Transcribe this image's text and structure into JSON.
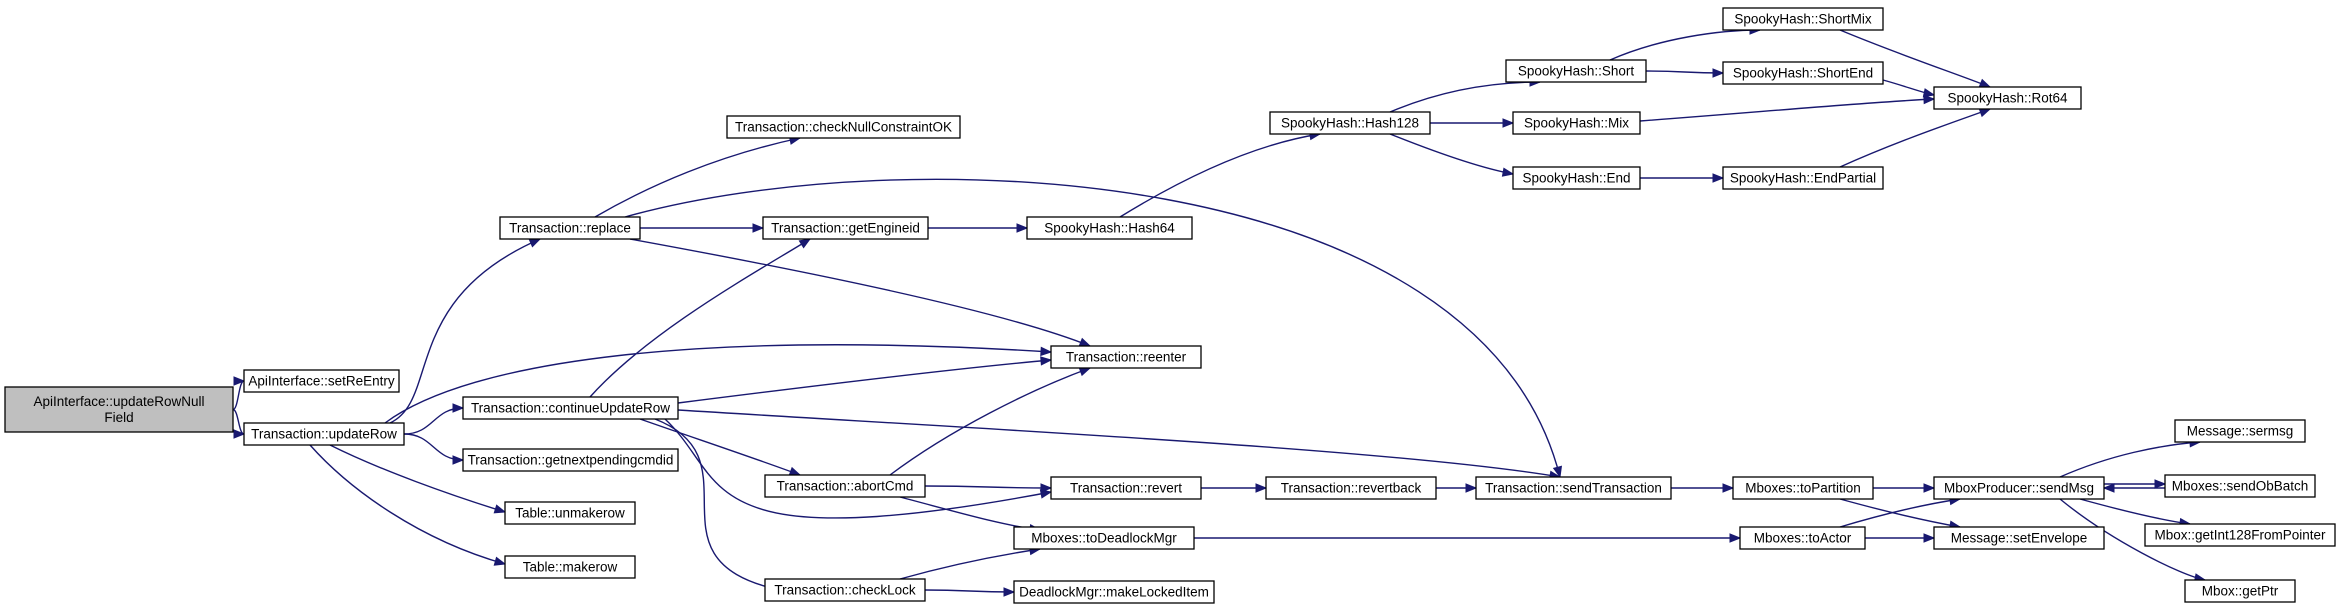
{
  "diagram": {
    "type": "call-graph",
    "colors": {
      "edge": "#191970",
      "root_fill": "#bfbfbf",
      "node_fill": "#ffffff",
      "border": "#000000"
    },
    "nodes": [
      {
        "id": "apiUpdateRowNullField",
        "lines": [
          "ApiInterface::updateRowNull",
          "Field"
        ],
        "root": true
      },
      {
        "id": "apiSetReEntry",
        "lines": [
          "ApiInterface::setReEntry"
        ]
      },
      {
        "id": "txUpdateRow",
        "lines": [
          "Transaction::updateRow"
        ]
      },
      {
        "id": "txReplace",
        "lines": [
          "Transaction::replace"
        ]
      },
      {
        "id": "txContinueUpdateRow",
        "lines": [
          "Transaction::continueUpdateRow"
        ]
      },
      {
        "id": "txGetNextPendingCmdId",
        "lines": [
          "Transaction::getnextpendingcmdid"
        ]
      },
      {
        "id": "tableUnmakerow",
        "lines": [
          "Table::unmakerow"
        ]
      },
      {
        "id": "tableMakerow",
        "lines": [
          "Table::makerow"
        ]
      },
      {
        "id": "txCheckNullConstraintOK",
        "lines": [
          "Transaction::checkNullConstraintOK"
        ]
      },
      {
        "id": "txGetEngineid",
        "lines": [
          "Transaction::getEngineid"
        ]
      },
      {
        "id": "txReenter",
        "lines": [
          "Transaction::reenter"
        ]
      },
      {
        "id": "txAbortCmd",
        "lines": [
          "Transaction::abortCmd"
        ]
      },
      {
        "id": "txCheckLock",
        "lines": [
          "Transaction::checkLock"
        ]
      },
      {
        "id": "txRevert",
        "lines": [
          "Transaction::revert"
        ]
      },
      {
        "id": "mbToDeadlockMgr",
        "lines": [
          "Mboxes::toDeadlockMgr"
        ]
      },
      {
        "id": "dmMakeLockedItem",
        "lines": [
          "DeadlockMgr::makeLockedItem"
        ]
      },
      {
        "id": "shHash64",
        "lines": [
          "SpookyHash::Hash64"
        ]
      },
      {
        "id": "shHash128",
        "lines": [
          "SpookyHash::Hash128"
        ]
      },
      {
        "id": "txRevertback",
        "lines": [
          "Transaction::revertback"
        ]
      },
      {
        "id": "shShort",
        "lines": [
          "SpookyHash::Short"
        ]
      },
      {
        "id": "shMix",
        "lines": [
          "SpookyHash::Mix"
        ]
      },
      {
        "id": "shEnd",
        "lines": [
          "SpookyHash::End"
        ]
      },
      {
        "id": "txSendTransaction",
        "lines": [
          "Transaction::sendTransaction"
        ]
      },
      {
        "id": "shShortMix",
        "lines": [
          "SpookyHash::ShortMix"
        ]
      },
      {
        "id": "shShortEnd",
        "lines": [
          "SpookyHash::ShortEnd"
        ]
      },
      {
        "id": "shEndPartial",
        "lines": [
          "SpookyHash::EndPartial"
        ]
      },
      {
        "id": "mbToPartition",
        "lines": [
          "Mboxes::toPartition"
        ]
      },
      {
        "id": "mbToActor",
        "lines": [
          "Mboxes::toActor"
        ]
      },
      {
        "id": "shRot64",
        "lines": [
          "SpookyHash::Rot64"
        ]
      },
      {
        "id": "mpSendMsg",
        "lines": [
          "MboxProducer::sendMsg"
        ]
      },
      {
        "id": "msgSetEnvelope",
        "lines": [
          "Message::setEnvelope"
        ]
      },
      {
        "id": "msgSermsg",
        "lines": [
          "Message::sermsg"
        ]
      },
      {
        "id": "mbSendObBatch",
        "lines": [
          "Mboxes::sendObBatch"
        ]
      },
      {
        "id": "mboxGetInt128FromPointer",
        "lines": [
          "Mbox::getInt128FromPointer"
        ]
      },
      {
        "id": "mboxGetPtr",
        "lines": [
          "Mbox::getPtr"
        ]
      }
    ],
    "edges": [
      [
        "apiUpdateRowNullField",
        "apiSetReEntry"
      ],
      [
        "apiUpdateRowNullField",
        "txUpdateRow"
      ],
      [
        "txUpdateRow",
        "txReplace"
      ],
      [
        "txUpdateRow",
        "txReenter"
      ],
      [
        "txUpdateRow",
        "txContinueUpdateRow"
      ],
      [
        "txUpdateRow",
        "txGetNextPendingCmdId"
      ],
      [
        "txUpdateRow",
        "tableUnmakerow"
      ],
      [
        "txUpdateRow",
        "tableMakerow"
      ],
      [
        "txReplace",
        "txCheckNullConstraintOK"
      ],
      [
        "txReplace",
        "txGetEngineid"
      ],
      [
        "txReplace",
        "txReenter"
      ],
      [
        "txReplace",
        "txSendTransaction"
      ],
      [
        "txContinueUpdateRow",
        "txGetEngineid"
      ],
      [
        "txContinueUpdateRow",
        "txReenter"
      ],
      [
        "txContinueUpdateRow",
        "txSendTransaction"
      ],
      [
        "txContinueUpdateRow",
        "txAbortCmd"
      ],
      [
        "txContinueUpdateRow",
        "txRevert"
      ],
      [
        "txContinueUpdateRow",
        "txCheckLock"
      ],
      [
        "txGetEngineid",
        "shHash64"
      ],
      [
        "shHash64",
        "shHash128"
      ],
      [
        "shHash128",
        "shShort"
      ],
      [
        "shHash128",
        "shMix"
      ],
      [
        "shHash128",
        "shEnd"
      ],
      [
        "shShort",
        "shShortMix"
      ],
      [
        "shShort",
        "shShortEnd"
      ],
      [
        "shShortMix",
        "shRot64"
      ],
      [
        "shShortEnd",
        "shRot64"
      ],
      [
        "shMix",
        "shRot64"
      ],
      [
        "shEnd",
        "shEndPartial"
      ],
      [
        "shEndPartial",
        "shRot64"
      ],
      [
        "txAbortCmd",
        "txReenter"
      ],
      [
        "txAbortCmd",
        "txRevert"
      ],
      [
        "txAbortCmd",
        "mbToDeadlockMgr"
      ],
      [
        "txCheckLock",
        "mbToDeadlockMgr"
      ],
      [
        "txCheckLock",
        "dmMakeLockedItem"
      ],
      [
        "txRevert",
        "txRevertback"
      ],
      [
        "txRevertback",
        "txSendTransaction"
      ],
      [
        "txSendTransaction",
        "mbToPartition"
      ],
      [
        "mbToDeadlockMgr",
        "mbToActor"
      ],
      [
        "mbToPartition",
        "mpSendMsg"
      ],
      [
        "mbToPartition",
        "msgSetEnvelope"
      ],
      [
        "mbToActor",
        "mpSendMsg"
      ],
      [
        "mbToActor",
        "msgSetEnvelope"
      ],
      [
        "mpSendMsg",
        "msgSermsg"
      ],
      [
        "mpSendMsg",
        "mbSendObBatch"
      ],
      [
        "mbSendObBatch",
        "mpSendMsg"
      ],
      [
        "mpSendMsg",
        "mboxGetInt128FromPointer"
      ],
      [
        "mpSendMsg",
        "mboxGetPtr"
      ]
    ]
  }
}
